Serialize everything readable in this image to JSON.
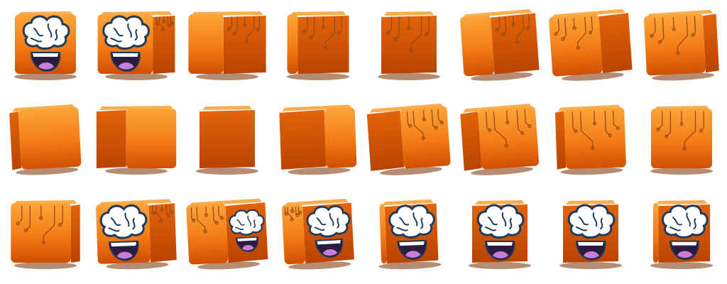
{
  "sprite_sheet": {
    "rows": 3,
    "columns": 8,
    "background": "#ffffff",
    "colors": {
      "body_light": "#fba53a",
      "body_mid": "#f47c16",
      "body_dark": "#cf4f00",
      "side_dark": "#e2640a",
      "side_deep": "#b94300",
      "shadow": "#7a2e00",
      "circuit": "#9d4a12",
      "brain_fill": "#ffffff",
      "brain_outline": "#1f3b59",
      "mouth": "#2a1b3f",
      "tongue": "#c77fd6",
      "teeth": "#ffffff"
    },
    "frames": [
      {
        "index": 1,
        "yaw": 0,
        "face": "brain-face",
        "tilt": 0
      },
      {
        "index": 2,
        "yaw": 25,
        "face": "brain-face",
        "tilt": 0
      },
      {
        "index": 3,
        "yaw": 55,
        "face": "circuits",
        "tilt": 0
      },
      {
        "index": 4,
        "yaw": 80,
        "face": "circuits",
        "tilt": 0
      },
      {
        "index": 5,
        "yaw": 90,
        "face": "circuits",
        "tilt": 0
      },
      {
        "index": 6,
        "yaw": 120,
        "face": "circuits",
        "tilt": 8
      },
      {
        "index": 7,
        "yaw": 145,
        "face": "circuits",
        "tilt": 8
      },
      {
        "index": 8,
        "yaw": 165,
        "face": "circuits",
        "tilt": 6
      },
      {
        "index": 9,
        "yaw": 190,
        "face": "blank",
        "tilt": 6
      },
      {
        "index": 10,
        "yaw": 215,
        "face": "blank",
        "tilt": 0
      },
      {
        "index": 11,
        "yaw": 270,
        "face": "blank",
        "tilt": 0
      },
      {
        "index": 12,
        "yaw": 300,
        "face": "blank",
        "tilt": 4
      },
      {
        "index": 13,
        "yaw": 320,
        "face": "circuits",
        "tilt": 8
      },
      {
        "index": 14,
        "yaw": 340,
        "face": "circuits",
        "tilt": 8
      },
      {
        "index": 15,
        "yaw": 350,
        "face": "circuits",
        "tilt": 4
      },
      {
        "index": 16,
        "yaw": 0,
        "face": "circuits",
        "tilt": 0
      },
      {
        "index": 17,
        "yaw": 10,
        "face": "circuits",
        "tilt": 0
      },
      {
        "index": 18,
        "yaw": 30,
        "face": "brain-face",
        "tilt": 4
      },
      {
        "index": 19,
        "yaw": 50,
        "face": "brain-face",
        "tilt": 6
      },
      {
        "index": 20,
        "yaw": 70,
        "face": "brain-face",
        "tilt": 6
      },
      {
        "index": 21,
        "yaw": 85,
        "face": "brain-face",
        "tilt": 4
      },
      {
        "index": 22,
        "yaw": 90,
        "face": "brain-face",
        "tilt": 0
      },
      {
        "index": 23,
        "yaw": 90,
        "face": "brain-face",
        "tilt": 0
      },
      {
        "index": 24,
        "yaw": 95,
        "face": "brain-face",
        "tilt": 0
      }
    ]
  }
}
